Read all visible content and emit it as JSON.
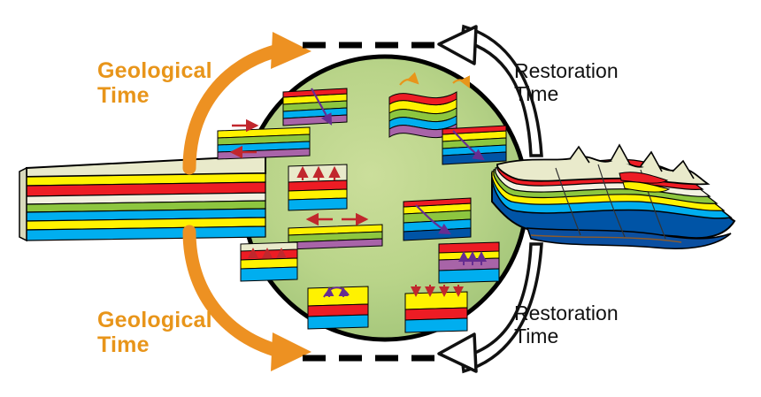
{
  "diagram": {
    "title": "Geological Time / Restoration Time cycle",
    "labels": {
      "geological_time_top": "Geological\nTime",
      "geological_time_bottom": "Geological\nTime",
      "restoration_time_top": "Restoration\nTime",
      "restoration_time_bottom": "Restoration\nTime"
    },
    "colors": {
      "geological_label": "#E8951A",
      "restoration_label": "#111111",
      "geological_arrow": "#ED9122",
      "restoration_arrow_fill": "#FFFFFF",
      "restoration_arrow_stroke": "#111111",
      "circle_fill_center": "#BFD98A",
      "circle_fill_edge": "#A8C97E",
      "circle_stroke": "#000000",
      "dashed_segment": "#000000",
      "strata": {
        "red": "#ED1C24",
        "orange": "#F7941E",
        "yellow": "#FFF200",
        "green": "#8DC63F",
        "cyan": "#00AEEF",
        "blue": "#0054A6",
        "violet": "#A864A8",
        "teal": "#00A99D",
        "white": "#FFFFFF"
      },
      "small_arrow_red": "#C1272D",
      "small_arrow_purple": "#662D91",
      "small_arrow_orange": "#E8951A"
    },
    "elements": {
      "left_block_label": "undeformed layered stratigraphy slab",
      "right_block_label": "deformed / thrusted cross-section",
      "center_circle_label": "deformation mechanism panels",
      "panels": [
        "normal-fault-panel",
        "folded-layers-panel",
        "extension-panel",
        "thrust-panel-upper",
        "uplift-panel",
        "shortening-panel",
        "listric-fault-panel",
        "thrust-panel-lower",
        "compaction-panel",
        "inversion-panel",
        "subsidence-panel"
      ]
    }
  }
}
